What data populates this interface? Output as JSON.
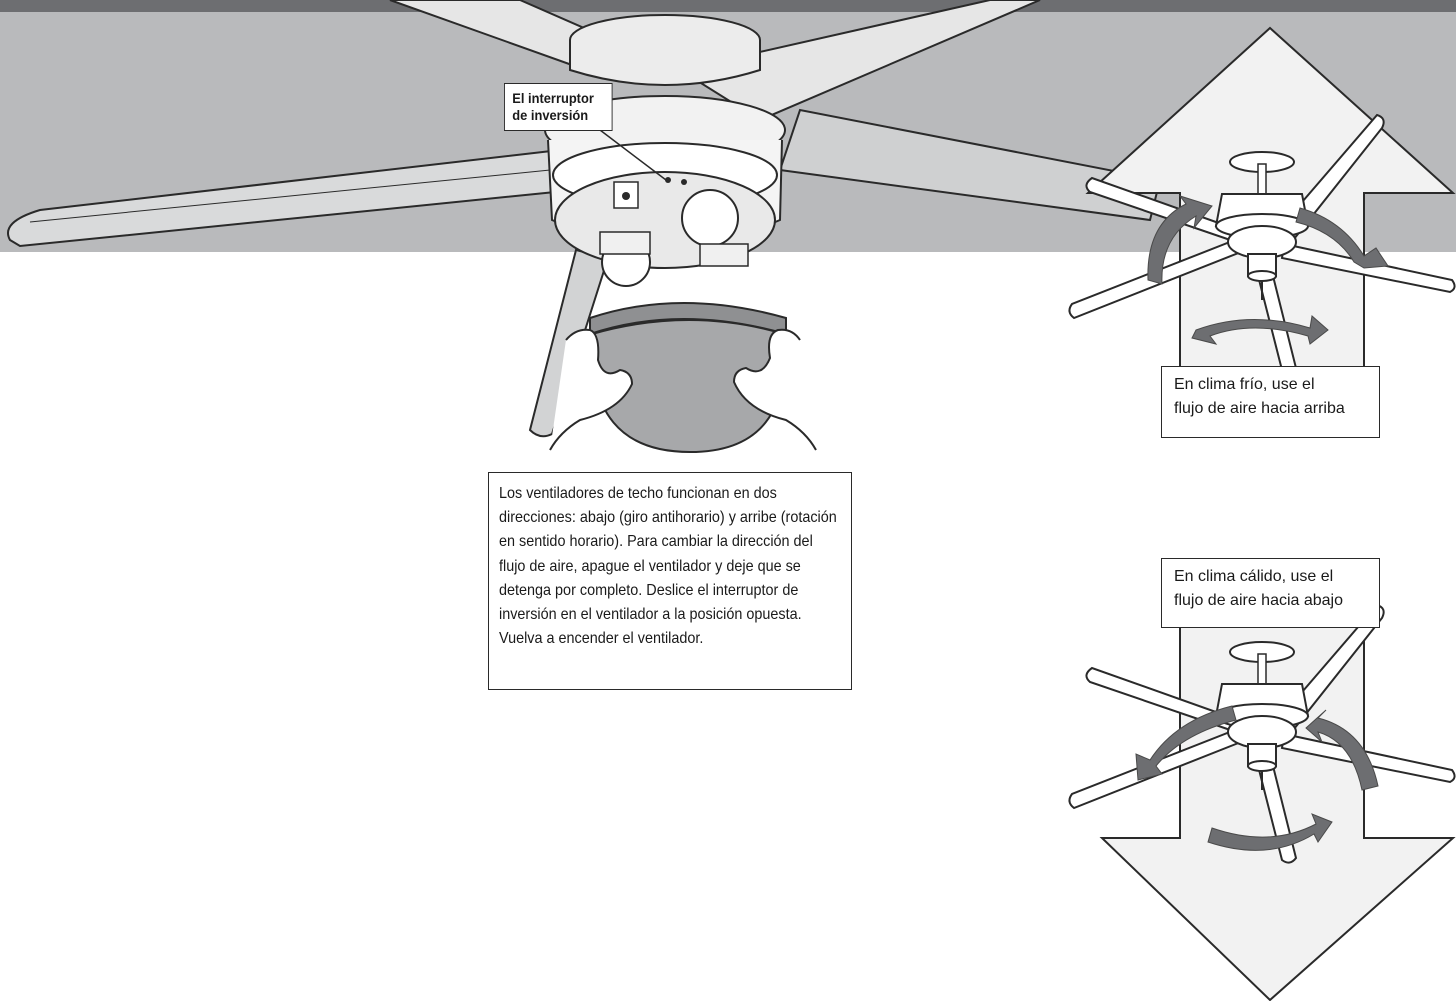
{
  "colors": {
    "ceiling": "#b9babc",
    "header_bar": "#6d6e71",
    "big_arrow": "#f2f2f2",
    "rotation_arrow": "#6d6e71",
    "outline": "#2a2a2a"
  },
  "labels": {
    "reverse_switch": [
      "El interruptor",
      "de inversión"
    ],
    "instructions": "Los ventiladores de techo funcionan en dos direcciones: abajo (giro antihorario) y arribe (rotación en sentido horario). Para cambiar la dirección del flujo de aire, apague el ventilador y deje que se detenga por completo. Deslice el interruptor de inversión en el ventilador a la posición opuesta. Vuelva a encender el ventilador.",
    "cold_weather": [
      "En clima frío, use el",
      "flujo de aire hacia arriba"
    ],
    "warm_weather": [
      "En clima cálido, use el",
      "flujo de aire hacia abajo"
    ]
  },
  "icons": {
    "main_fan": "ceiling-fan-light-kit-illustration",
    "hands": "hands-holding-glass-bowl",
    "upward_fan": "fan-upward-airflow",
    "downward_fan": "fan-downward-airflow"
  }
}
